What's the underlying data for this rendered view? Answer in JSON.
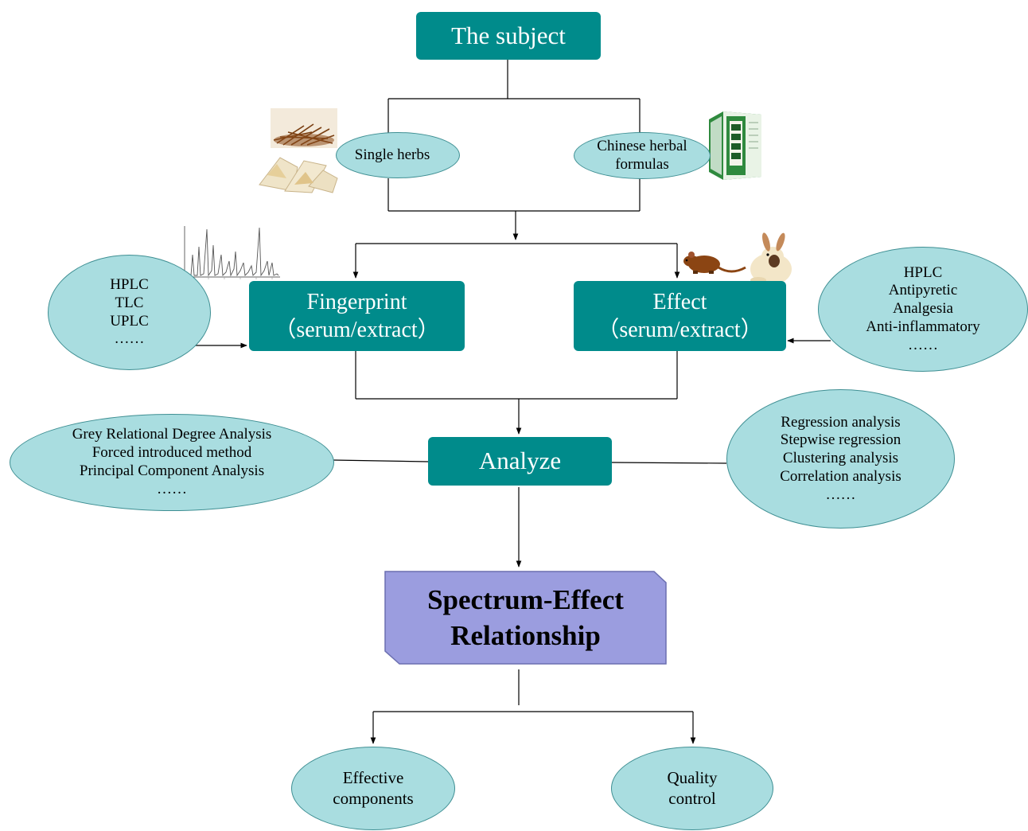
{
  "colors": {
    "node_fill": "#008b8b",
    "node_text": "#ffffff",
    "oval_fill": "#a9dde0",
    "oval_border": "#3f8f93",
    "central_fill": "#9b9ddf",
    "line": "#000000"
  },
  "nodes": {
    "subject": "The subject",
    "single_herbs": "Single herbs",
    "formulas": [
      "Chinese herbal",
      "formulas"
    ],
    "fingerprint": [
      "Fingerprint",
      "（serum/extract）"
    ],
    "effect": [
      "Effect",
      "（serum/extract）"
    ],
    "analyze": "Analyze",
    "central": [
      "Spectrum-Effect",
      "Relationship"
    ],
    "effective_components": [
      "Effective",
      "components"
    ],
    "quality_control": [
      "Quality",
      "control"
    ]
  },
  "methods": {
    "fingerprint_methods": [
      "HPLC",
      "TLC",
      "UPLC",
      "……"
    ],
    "effect_methods": [
      "HPLC",
      "Antipyretic",
      "Analgesia",
      "Anti-inflammatory",
      "……"
    ],
    "analysis_left": [
      "Grey Relational Degree Analysis",
      "Forced introduced method",
      "Principal Component Analysis",
      "……"
    ],
    "analysis_right": [
      "Regression analysis",
      "Stepwise regression",
      "Clustering analysis",
      "Correlation analysis",
      "……"
    ]
  },
  "pictures": {
    "herb_image": "herb-photos",
    "formula_box": "herbal-formula-package",
    "chromatogram": "chromatogram-image",
    "animals": "lab-animals-rat-rabbit"
  }
}
